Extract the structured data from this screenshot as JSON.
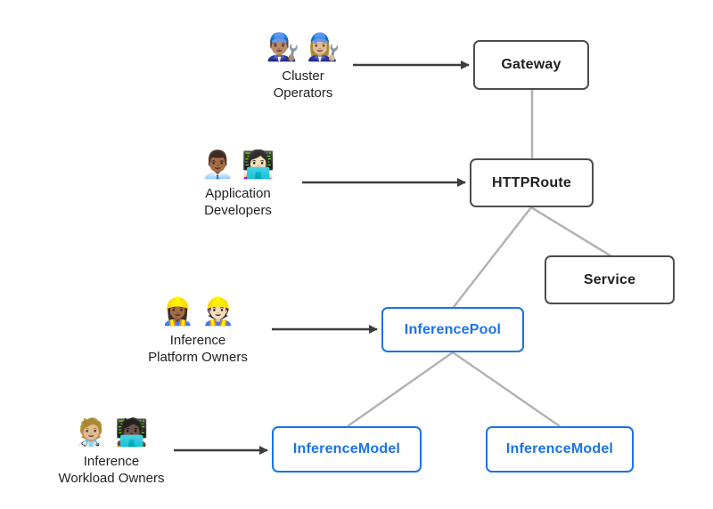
{
  "colors": {
    "background": "#ffffff",
    "blue_accent": "#1a73e8",
    "node_border_dark": "#4d4d4d",
    "node_text_dark": "#1f1f1f",
    "connector_gray": "#b3b3b3",
    "arrow_dark": "#3d3d3d",
    "persona_text": "#222222"
  },
  "personas": {
    "cluster_operators": {
      "emojis": "👨🏽‍🔧 👩🏼‍🔧",
      "label": "Cluster\nOperators"
    },
    "application_developers": {
      "emojis": "👨🏾‍💼 👩🏻‍💻",
      "label": "Application\nDevelopers"
    },
    "inference_platform_owners": {
      "emojis": "👷🏾‍♀️ 👷🏻",
      "label": "Inference\nPlatform Owners"
    },
    "inference_workload_owners": {
      "emojis": "🧑🏼‍⚕️ 🧑🏿‍💻",
      "label": "Inference\nWorkload Owners"
    }
  },
  "nodes": {
    "gateway": {
      "label": "Gateway",
      "style": "neutral"
    },
    "httproute": {
      "label": "HTTPRoute",
      "style": "neutral"
    },
    "service": {
      "label": "Service",
      "style": "neutral"
    },
    "inference_pool": {
      "label": "InferencePool",
      "style": "blue"
    },
    "inference_model_left": {
      "label": "InferenceModel",
      "style": "blue"
    },
    "inference_model_right": {
      "label": "InferenceModel",
      "style": "blue"
    }
  },
  "edges": [
    {
      "from": "cluster_operators",
      "to": "gateway",
      "type": "arrow"
    },
    {
      "from": "application_developers",
      "to": "httproute",
      "type": "arrow"
    },
    {
      "from": "inference_platform_owners",
      "to": "inference_pool",
      "type": "arrow"
    },
    {
      "from": "inference_workload_owners",
      "to": "inference_model_left",
      "type": "arrow"
    },
    {
      "from": "gateway",
      "to": "httproute",
      "type": "line"
    },
    {
      "from": "httproute",
      "to": "service",
      "type": "line"
    },
    {
      "from": "httproute",
      "to": "inference_pool",
      "type": "line"
    },
    {
      "from": "inference_pool",
      "to": "inference_model_left",
      "type": "line"
    },
    {
      "from": "inference_pool",
      "to": "inference_model_right",
      "type": "line"
    }
  ]
}
